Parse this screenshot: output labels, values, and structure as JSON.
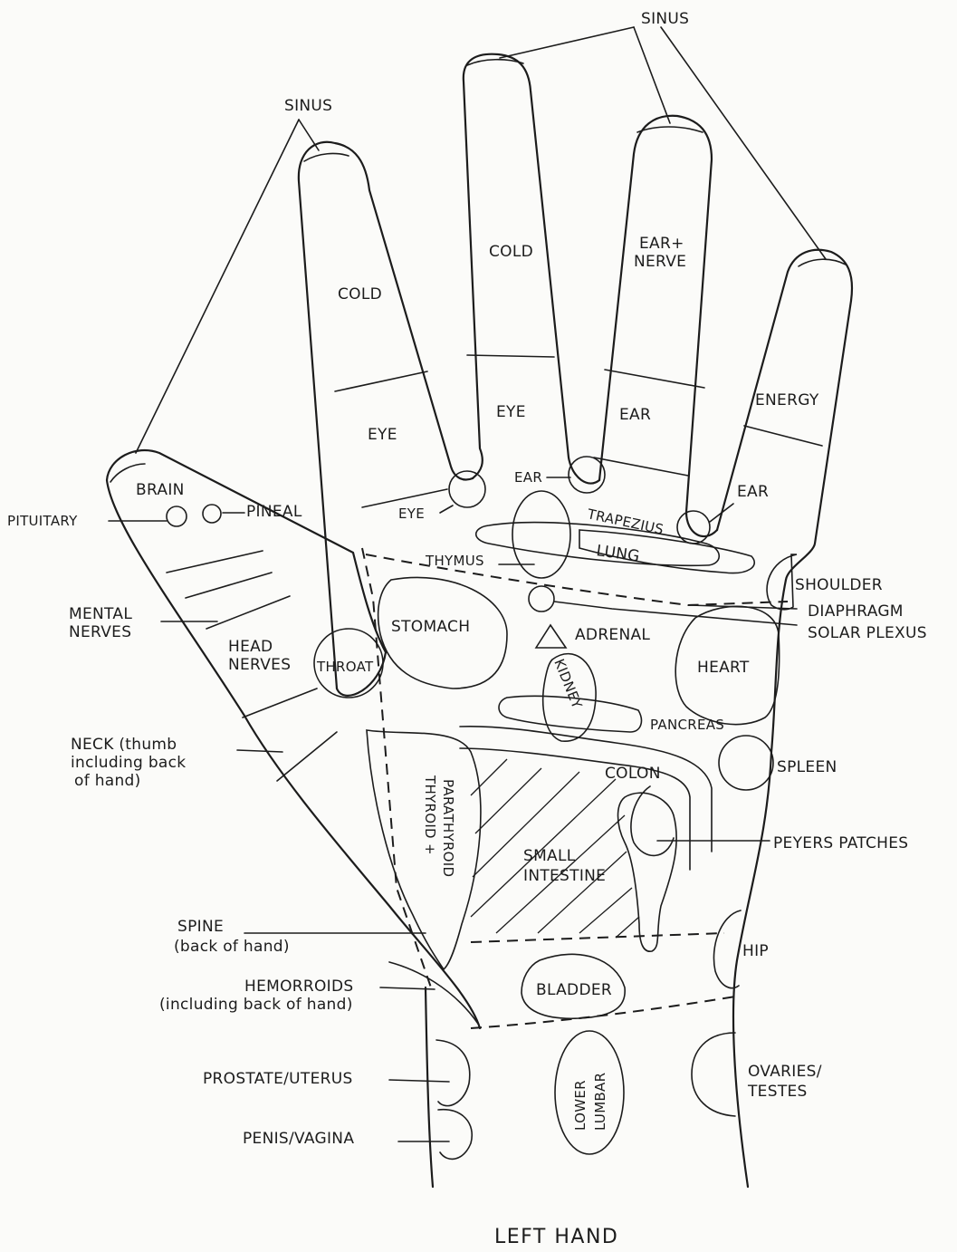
{
  "title": "LEFT HAND",
  "labels": {
    "sinus_top": "SINUS",
    "sinus_left": "SINUS",
    "cold_index": "COLD",
    "cold_middle": "COLD",
    "ear_nerve_1": "EAR+",
    "ear_nerve_2": "NERVE",
    "eye_index": "EYE",
    "eye_middle": "EYE",
    "ear_ring": "EAR",
    "energy": "ENERGY",
    "ear_small": "EAR",
    "ear_right": "EAR",
    "brain": "BRAIN",
    "pituitary": "PITUITARY",
    "pineal": "PINEAL",
    "eye_web": "EYE",
    "trapezius": "TRAPEZIUS",
    "lung": "LUNG",
    "thymus": "THYMUS",
    "shoulder": "SHOULDER",
    "diaphragm": "DIAPHRAGM",
    "solar_plexus": "SOLAR PLEXUS",
    "mental_nerves_1": "MENTAL",
    "mental_nerves_2": "NERVES",
    "head_nerves_1": "HEAD",
    "head_nerves_2": "NERVES",
    "throat": "THROAT",
    "stomach": "STOMACH",
    "adrenal": "ADRENAL",
    "kidney": "KIDNEY",
    "heart": "HEART",
    "pancreas": "PANCREAS",
    "neck_1": "NECK (thumb",
    "neck_2": "including back",
    "neck_3": "of hand)",
    "colon": "COLON",
    "spleen": "SPLEEN",
    "thyroid_1": "THYROID +",
    "thyroid_2": "PARATHYROID",
    "small_intestine_1": "SMALL",
    "small_intestine_2": "INTESTINE",
    "peyers_patches": "PEYERS PATCHES",
    "spine_1": "SPINE",
    "spine_2": "(back of hand)",
    "hip": "HIP",
    "hemorroids_1": "HEMORROIDS",
    "hemorroids_2": "(including back of hand)",
    "bladder": "BLADDER",
    "prostate_uterus": "PROSTATE/UTERUS",
    "lower_lumbar_1": "LOWER",
    "lower_lumbar_2": "LUMBAR",
    "ovaries_testes_1": "OVARIES/",
    "ovaries_testes_2": "TESTES",
    "penis_vagina": "PENIS/VAGINA"
  }
}
